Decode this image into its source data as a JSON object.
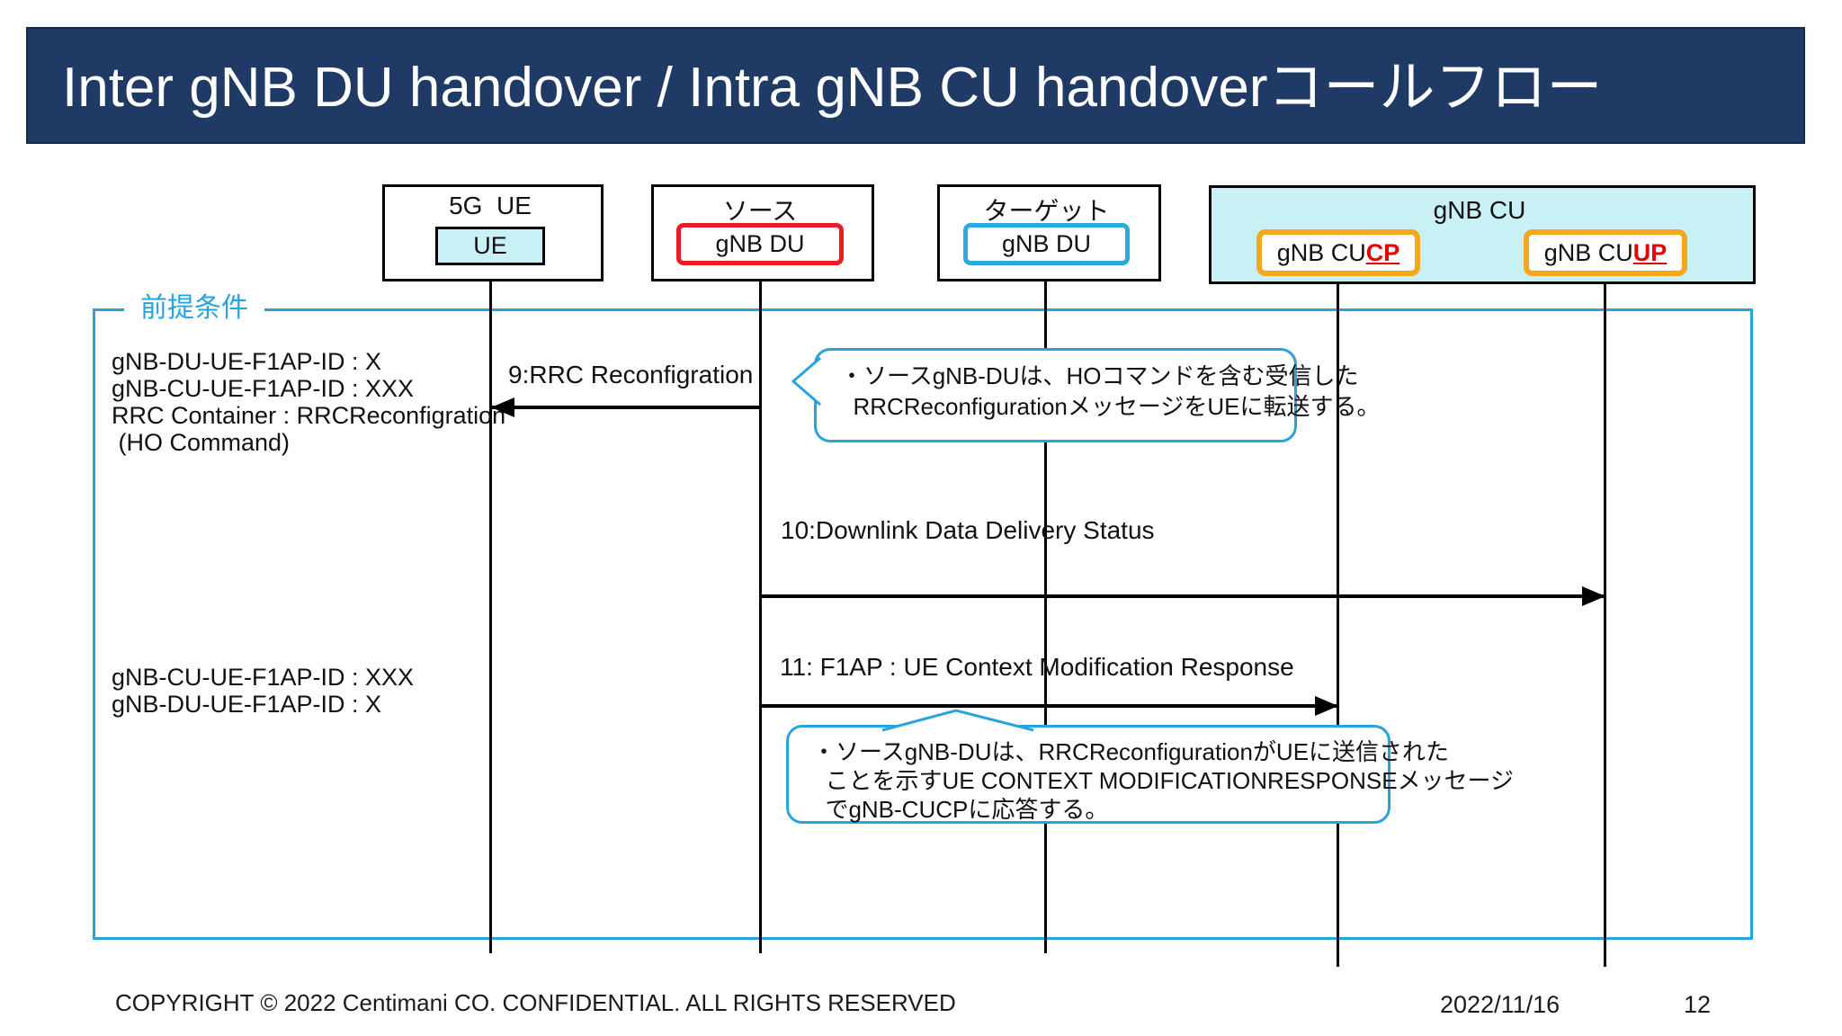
{
  "title": "Inter gNB DU handover / Intra gNB CU handoverコールフロー",
  "lanes": {
    "ue": {
      "group_label": "5G  UE",
      "node_label": "UE"
    },
    "source": {
      "group_label": "ソース",
      "node_label": "gNB DU"
    },
    "target": {
      "group_label": "ターゲット",
      "node_label": "gNB DU"
    },
    "cu": {
      "group_label": "gNB CU",
      "cucp": {
        "prefix": "gNB CU",
        "highlight": "CP"
      },
      "cuup": {
        "prefix": "gNB CU",
        "highlight": "UP"
      }
    }
  },
  "frame": {
    "label": "前提条件"
  },
  "notes": {
    "block1": {
      "lines": [
        "gNB-DU-UE-F1AP-ID : X",
        "gNB-CU-UE-F1AP-ID : XXX",
        "RRC Container : RRCReconfigration",
        " (HO Command)"
      ]
    },
    "block2": {
      "lines": [
        "gNB-CU-UE-F1AP-ID : XXX",
        "gNB-DU-UE-F1AP-ID : X"
      ]
    }
  },
  "messages": [
    {
      "label": "9:RRC Reconfigration"
    },
    {
      "label": "10:Downlink Data Delivery Status"
    },
    {
      "label": "11: F1AP : UE Context Modification Response"
    }
  ],
  "callouts": [
    {
      "lines": [
        "・ソースgNB-DUは、HOコマンドを含む受信した",
        "  RRCReconfigurationメッセージをUEに転送する。"
      ]
    },
    {
      "lines": [
        "・ソースgNB-DUは、RRCReconfigurationがUEに送信された",
        "  ことを示すUE CONTEXT MODIFICATIONRESPONSEメッセージ",
        "  でgNB-CUCPに応答する。"
      ]
    }
  ],
  "footer": {
    "copyright": "COPYRIGHT © 2022 Centimani CO. CONFIDENTIAL. ALL RIGHTS RESERVED",
    "date": "2022/11/16",
    "page": "12"
  },
  "colors": {
    "title_bar": "#203A66",
    "accent_blue": "#29A3DC",
    "box_red": "#EC1C24",
    "box_blue": "#29ABE2",
    "box_orange": "#F5A81C",
    "highlight_red": "#E40000",
    "cyan_fill": "#C8F1F5",
    "line_black": "#000000"
  }
}
